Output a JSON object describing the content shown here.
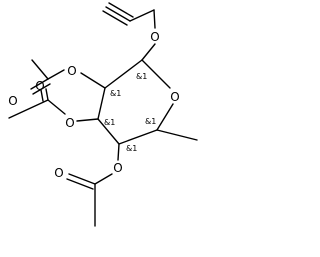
{
  "molecule": {
    "atoms": {
      "ring_oxygen": "O",
      "anomeric_oxygen": "O",
      "c2_ester_oxygen": "O",
      "c2_carbonyl_oxygen": "O",
      "c3_ester_oxygen": "O",
      "c3_carbonyl_oxygen": "O",
      "c4_ester_oxygen": "O",
      "c4_carbonyl_oxygen": "O"
    },
    "stereo_labels": {
      "c1": "&1",
      "c2": "&1",
      "c3": "&1",
      "c4": "&1",
      "c5": "&1"
    }
  }
}
